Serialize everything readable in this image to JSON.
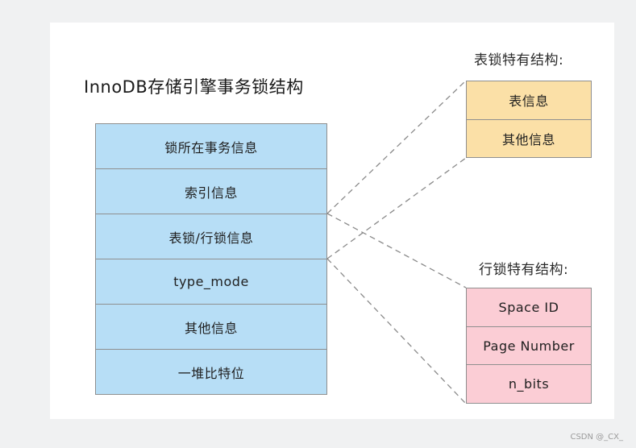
{
  "title": "InnoDB存储引擎事务锁结构",
  "main_table": {
    "rows": [
      "锁所在事务信息",
      "索引信息",
      "表锁/行锁信息",
      "type_mode",
      "其他信息",
      "一堆比特位"
    ]
  },
  "table_lock": {
    "label": "表锁特有结构:",
    "rows": [
      "表信息",
      "其他信息"
    ]
  },
  "row_lock": {
    "label": "行锁特有结构:",
    "rows": [
      "Space ID",
      "Page Number",
      "n_bits"
    ]
  },
  "colors": {
    "main_table_fill": "#b7def6",
    "table_lock_fill": "#fbe0a7",
    "row_lock_fill": "#fbcdd5",
    "box_border": "#8f8f8f",
    "connector": "#8a8a8a"
  },
  "watermark": "CSDN @_CX_"
}
